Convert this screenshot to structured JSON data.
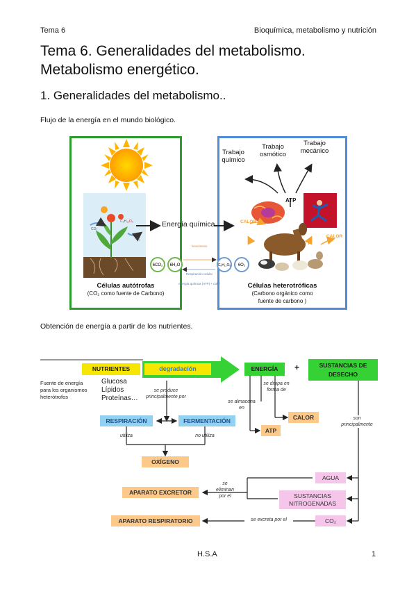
{
  "header": {
    "left": "Tema 6",
    "right": "Bioquímica, metabolismo y nutrición"
  },
  "title": {
    "line1": "Tema 6. Generalidades del metabolismo.",
    "line2": "Metabolismo energético."
  },
  "section1": "1. Generalidades del metabolismo..",
  "para1": "Flujo de la energía en el mundo biológico.",
  "fig1": {
    "energia_quimica": "Energía química",
    "calor_left": "CALOR",
    "calor_right": "CALOR",
    "atp": "ATP",
    "trabajo_quimico": [
      "Trabajo",
      "químico"
    ],
    "trabajo_osmotico": [
      "Trabajo",
      "osmótico"
    ],
    "trabajo_mecanico": [
      "Trabajo",
      "mecánico"
    ],
    "autotrofas_title": "Células autótrofas",
    "autotrofas_sub": "(CO₂ como fuente de Carbono)",
    "heterotroficas_title": "Células heterotróficas",
    "heterotroficas_sub1": "(Carbono orgánico como",
    "heterotroficas_sub2": "fuente de carbono )",
    "mol_left": [
      "6CO₂",
      "6H₂O"
    ],
    "mol_right": [
      "C₆H₁₂O₆",
      "6O₂"
    ],
    "formula": "C₆H₁₂O₆",
    "co2": "CO₂",
    "o2": "O₂",
    "mid_labels": [
      "fotosíntesis",
      "Respiración celular",
      "energía química (ATP) + calor"
    ]
  },
  "para2": "Obtención de energía a partir de los nutrientes.",
  "fig2": {
    "nutrientes": "NUTRIENTES",
    "degradacion": "degradación",
    "energia": "ENERGÍA",
    "plus": "+",
    "sustancias_desecho": [
      "SUSTANCIAS DE",
      "DESECHO"
    ],
    "fuente_energia": [
      "Fuente de energía",
      "para los organismos",
      "heterótrofos"
    ],
    "nutrient_list": [
      "Glucosa",
      "Lípidos",
      "Proteínas…"
    ],
    "se_produce": [
      "se produce",
      "principalmente por"
    ],
    "se_disipa": [
      "se disipa en",
      "forma de"
    ],
    "se_almacena": [
      "se almacena",
      "en"
    ],
    "son_principalmente": [
      "son",
      "principalmente"
    ],
    "respiracion": "RESPIRACIÓN",
    "fermentacion": "FERMENTACIÓN",
    "calor": "CALOR",
    "atp": "ATP",
    "utiliza": "utiliza",
    "no_utiliza": "no utiliza",
    "oxigeno": "OXÍGENO",
    "agua": "AGUA",
    "aparato_excretor": "APARATO EXCRETOR",
    "se_eliminan": [
      "se",
      "eliminan",
      "por el"
    ],
    "sustancias_nitrogenadas": [
      "SUSTANCIAS",
      "NITROGENADAS"
    ],
    "aparato_respiratorio": "APARATO RESPIRATORIO",
    "se_excreta": "se excreta por el",
    "co2": "CO₂"
  },
  "footer": {
    "center": "H.S.A",
    "page": "1"
  },
  "colors": {
    "green_box": "#2d9b2d",
    "blue_box": "#4f8bd6",
    "yellow": "#f6e600",
    "green_arrow": "#35d135",
    "label_blue": "#93d1f2",
    "label_orange": "#fcc98a",
    "label_pink": "#f6c6ea",
    "calor_orange": "#f7a42e"
  }
}
